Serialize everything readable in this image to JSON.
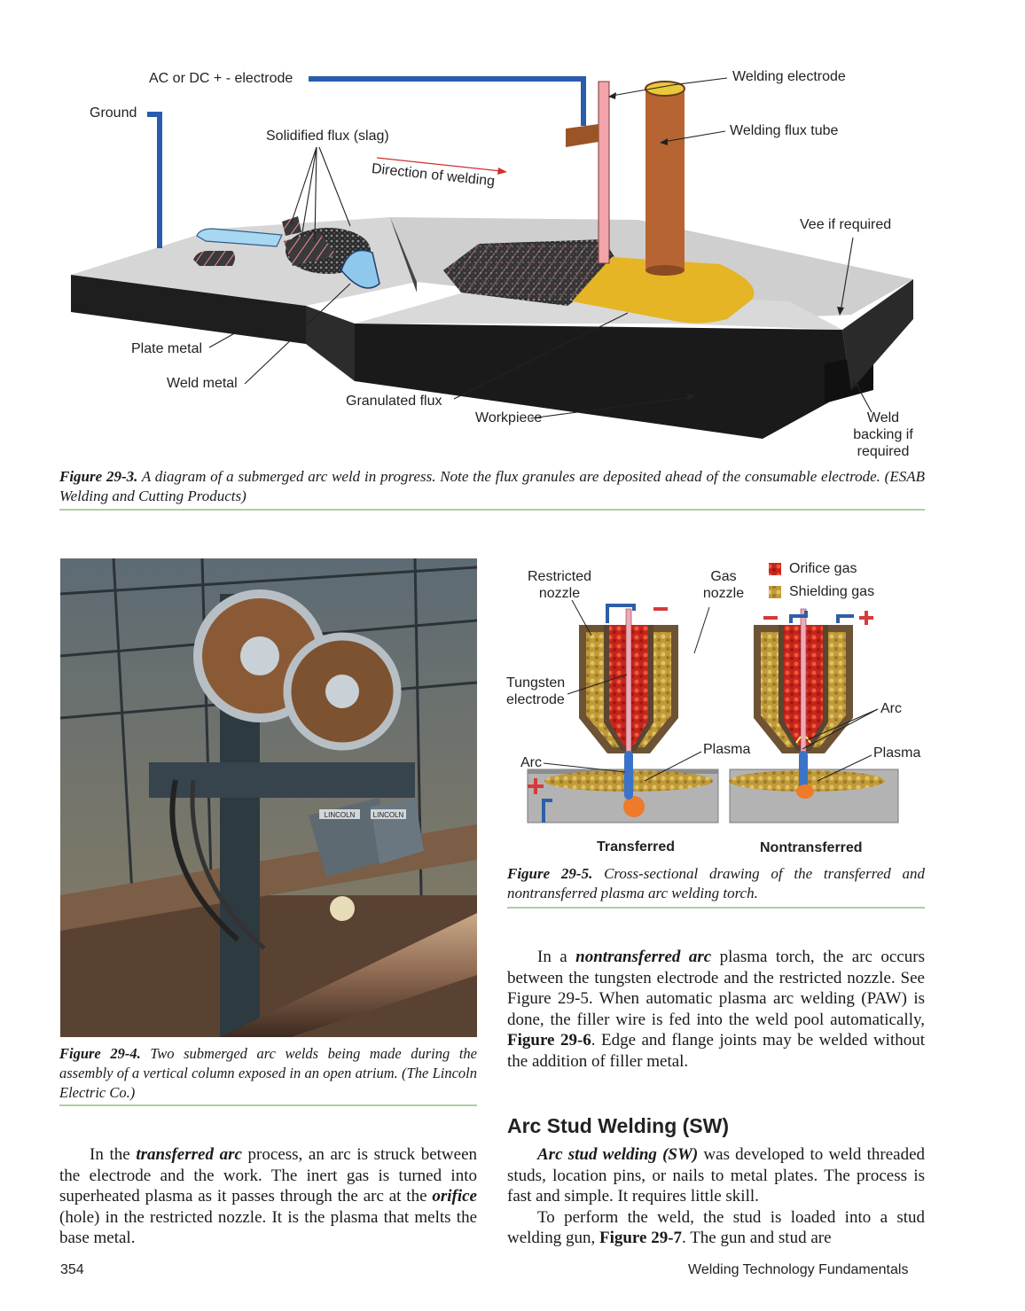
{
  "fig3": {
    "labels": {
      "ac_dc": "AC or DC + - electrode",
      "ground": "Ground",
      "solidified_flux": "Solidified flux (slag)",
      "direction": "Direction of welding",
      "welding_electrode": "Welding electrode",
      "flux_tube": "Welding flux tube",
      "vee": "Vee if required",
      "plate_metal": "Plate metal",
      "weld_metal": "Weld metal",
      "granulated_flux": "Granulated flux",
      "workpiece": "Workpiece",
      "weld_backing": "Weld backing if required"
    },
    "caption_label": "Figure 29-3.",
    "caption_text": " A diagram of a submerged arc weld in progress. Note the flux granules are deposited ahead of the consumable electrode. (ESAB Welding and Cutting Products)"
  },
  "fig4": {
    "sign1": "LINCOLN",
    "sign2": "LINCOLN",
    "caption_label": "Figure 29-4.",
    "caption_text": " Two submerged arc welds being made during the assembly of a vertical column exposed in an open atrium. (The Lincoln Electric Co.)"
  },
  "fig5": {
    "labels": {
      "restricted_nozzle": "Restricted nozzle",
      "gas_nozzle": "Gas nozzle",
      "tungsten": "Tungsten electrode",
      "arc_left": "Arc",
      "plasma_left": "Plasma",
      "arc_right": "Arc",
      "plasma_right": "Plasma",
      "transferred": "Transferred",
      "nontransferred": "Nontransferred",
      "minus": "−",
      "plus": "+"
    },
    "legend": [
      {
        "label": "Orifice gas",
        "color": "#c0281e"
      },
      {
        "label": "Shielding gas",
        "color": "#b68a2c"
      }
    ],
    "caption_label": "Figure 29-5.",
    "caption_text": " Cross-sectional drawing of the transferred and nontransferred plasma arc welding torch."
  },
  "text": {
    "left_p1_a": "In the ",
    "left_p1_b": "transferred arc",
    "left_p1_c": " process, an arc is struck between the electrode and the work. The inert gas is turned into superheated plasma as it passes through the arc at the ",
    "left_p1_d": "orifice",
    "left_p1_e": " (hole) in the restricted nozzle. It is the plasma that melts the base metal.",
    "right_p1_a": "In a ",
    "right_p1_b": "nontransferred arc",
    "right_p1_c": " plasma torch, the arc occurs between the tungsten electrode and the restricted nozzle. See Figure 29-5. When automatic plasma arc welding (PAW) is done, the filler wire is fed into the weld pool automatically, ",
    "right_p1_d": "Figure 29-6",
    "right_p1_e": ". Edge and flange joints may be welded without the addition of filler metal.",
    "heading": "Arc Stud Welding (SW)",
    "right_p2_a": "Arc stud welding (SW)",
    "right_p2_b": " was developed to weld threaded studs, location pins, or nails to metal plates. The process is fast and simple. It requires little skill.",
    "right_p3_a": "To perform the weld, the stud is loaded into a stud welding gun, ",
    "right_p3_b": "Figure 29-7",
    "right_p3_c": ". The gun and stud are"
  },
  "footer": {
    "page_number": "354",
    "book_title": "Welding Technology Fundamentals"
  }
}
